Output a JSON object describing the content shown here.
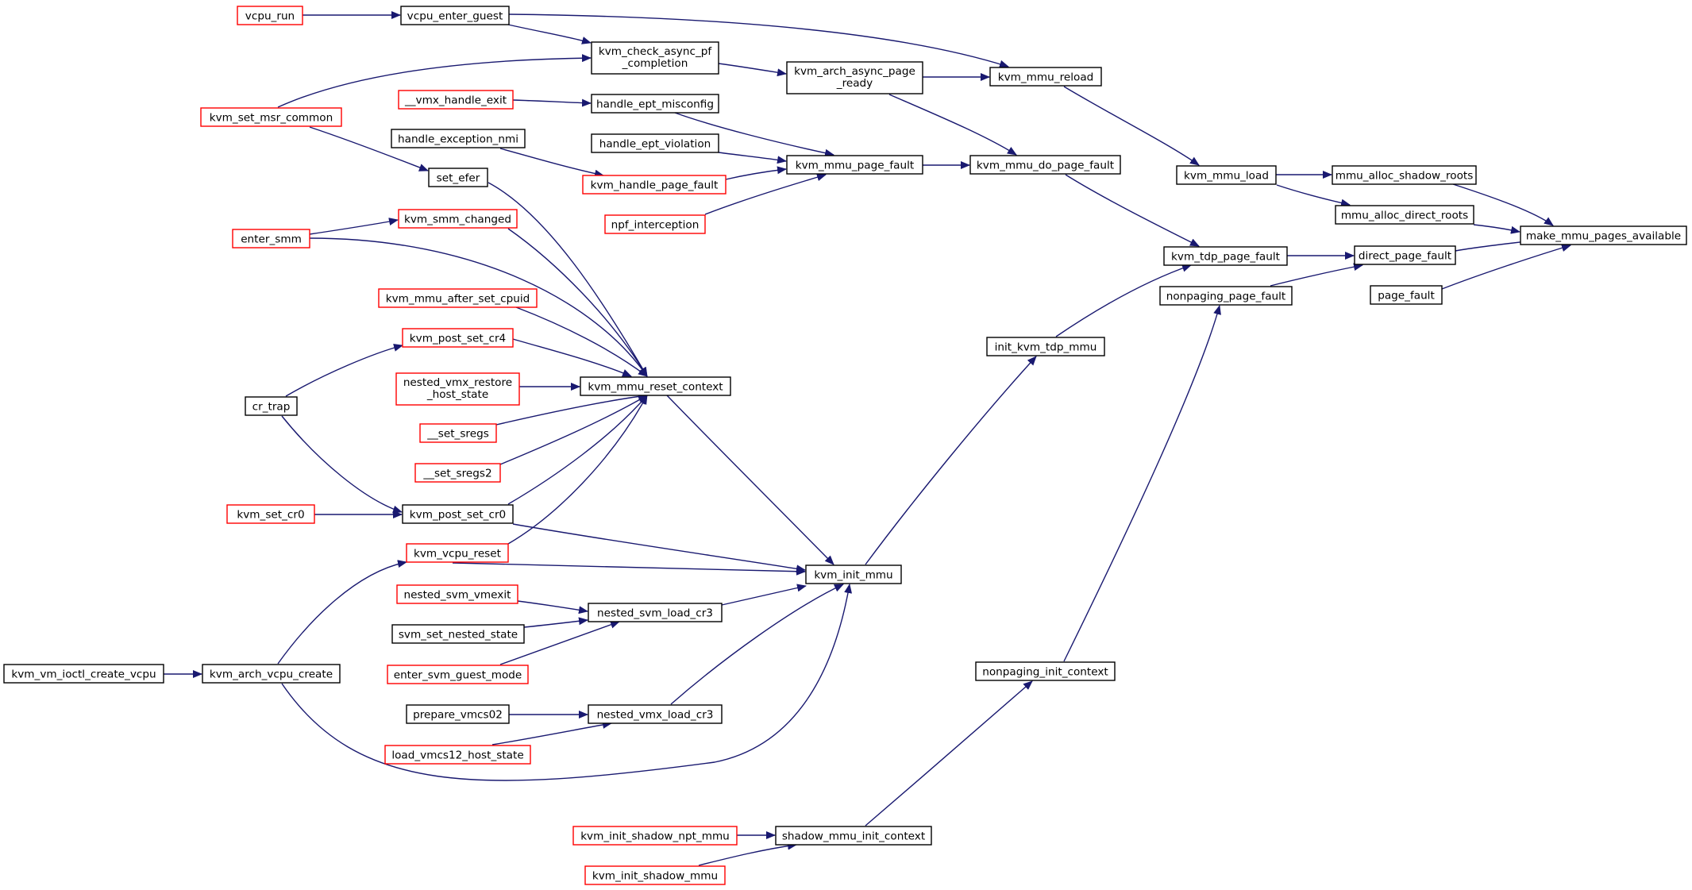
{
  "colors": {
    "edge": "#191970",
    "box_border_default": "#000000",
    "box_border_truncated": "#ff0000",
    "focus_fill": "#bfbfbf",
    "background": "#ffffff"
  },
  "nodes": {
    "make_mmu_pages_available": {
      "label": "make_mmu_pages_available",
      "style": "focus"
    },
    "mmu_alloc_shadow_roots": {
      "label": "mmu_alloc_shadow_roots",
      "style": "normal"
    },
    "mmu_alloc_direct_roots": {
      "label": "mmu_alloc_direct_roots",
      "style": "normal"
    },
    "direct_page_fault": {
      "label": "direct_page_fault",
      "style": "normal"
    },
    "page_fault": {
      "label": "page_fault",
      "style": "normal"
    },
    "kvm_mmu_load": {
      "label": "kvm_mmu_load",
      "style": "normal"
    },
    "kvm_tdp_page_fault": {
      "label": "kvm_tdp_page_fault",
      "style": "normal"
    },
    "nonpaging_page_fault": {
      "label": "nonpaging_page_fault",
      "style": "normal"
    },
    "kvm_mmu_reload": {
      "label": "kvm_mmu_reload",
      "style": "normal"
    },
    "kvm_mmu_do_page_fault": {
      "label": "kvm_mmu_do_page_fault",
      "style": "normal"
    },
    "init_kvm_tdp_mmu": {
      "label": "init_kvm_tdp_mmu",
      "style": "normal"
    },
    "nonpaging_init_context": {
      "label": "nonpaging_init_context",
      "style": "normal"
    },
    "kvm_arch_async_page_ready": {
      "label": "kvm_arch_async_page\n_ready",
      "style": "normal"
    },
    "kvm_mmu_page_fault": {
      "label": "kvm_mmu_page_fault",
      "style": "normal"
    },
    "kvm_init_mmu": {
      "label": "kvm_init_mmu",
      "style": "normal"
    },
    "shadow_mmu_init_context": {
      "label": "shadow_mmu_init_context",
      "style": "normal"
    },
    "vcpu_enter_guest": {
      "label": "vcpu_enter_guest",
      "style": "normal"
    },
    "kvm_check_async_pf_completion": {
      "label": "kvm_check_async_pf\n_completion",
      "style": "normal"
    },
    "handle_ept_misconfig": {
      "label": "handle_ept_misconfig",
      "style": "normal"
    },
    "handle_ept_violation": {
      "label": "handle_ept_violation",
      "style": "normal"
    },
    "kvm_handle_page_fault": {
      "label": "kvm_handle_page_fault",
      "style": "truncated"
    },
    "npf_interception": {
      "label": "npf_interception",
      "style": "truncated"
    },
    "kvm_mmu_reset_context": {
      "label": "kvm_mmu_reset_context",
      "style": "normal"
    },
    "nested_svm_load_cr3": {
      "label": "nested_svm_load_cr3",
      "style": "normal"
    },
    "nested_vmx_load_cr3": {
      "label": "nested_vmx_load_cr3",
      "style": "normal"
    },
    "kvm_init_shadow_npt_mmu": {
      "label": "kvm_init_shadow_npt_mmu",
      "style": "truncated"
    },
    "kvm_init_shadow_mmu": {
      "label": "kvm_init_shadow_mmu",
      "style": "truncated"
    },
    "vcpu_run": {
      "label": "vcpu_run",
      "style": "truncated"
    },
    "vmx_handle_exit": {
      "label": "__vmx_handle_exit",
      "style": "truncated"
    },
    "handle_exception_nmi": {
      "label": "handle_exception_nmi",
      "style": "normal"
    },
    "set_efer": {
      "label": "set_efer",
      "style": "normal"
    },
    "kvm_smm_changed": {
      "label": "kvm_smm_changed",
      "style": "truncated"
    },
    "kvm_mmu_after_set_cpuid": {
      "label": "kvm_mmu_after_set_cpuid",
      "style": "truncated"
    },
    "kvm_post_set_cr4": {
      "label": "kvm_post_set_cr4",
      "style": "truncated"
    },
    "nested_vmx_restore_host_state": {
      "label": "nested_vmx_restore\n_host_state",
      "style": "truncated"
    },
    "set_sregs": {
      "label": "__set_sregs",
      "style": "truncated"
    },
    "set_sregs2": {
      "label": "__set_sregs2",
      "style": "truncated"
    },
    "kvm_post_set_cr0": {
      "label": "kvm_post_set_cr0",
      "style": "normal"
    },
    "kvm_vcpu_reset": {
      "label": "kvm_vcpu_reset",
      "style": "truncated"
    },
    "nested_svm_vmexit": {
      "label": "nested_svm_vmexit",
      "style": "truncated"
    },
    "svm_set_nested_state": {
      "label": "svm_set_nested_state",
      "style": "normal"
    },
    "enter_svm_guest_mode": {
      "label": "enter_svm_guest_mode",
      "style": "truncated"
    },
    "prepare_vmcs02": {
      "label": "prepare_vmcs02",
      "style": "normal"
    },
    "load_vmcs12_host_state": {
      "label": "load_vmcs12_host_state",
      "style": "truncated"
    },
    "kvm_set_msr_common": {
      "label": "kvm_set_msr_common",
      "style": "truncated"
    },
    "enter_smm": {
      "label": "enter_smm",
      "style": "truncated"
    },
    "cr_trap": {
      "label": "cr_trap",
      "style": "normal"
    },
    "kvm_set_cr0": {
      "label": "kvm_set_cr0",
      "style": "truncated"
    },
    "kvm_arch_vcpu_create": {
      "label": "kvm_arch_vcpu_create",
      "style": "normal"
    },
    "kvm_vm_ioctl_create_vcpu": {
      "label": "kvm_vm_ioctl_create_vcpu",
      "style": "normal"
    }
  }
}
